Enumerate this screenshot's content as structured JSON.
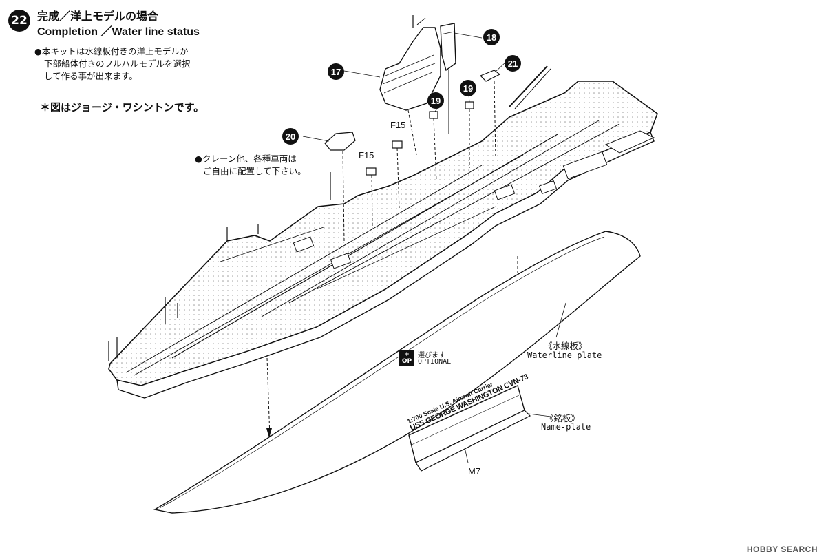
{
  "step": {
    "number": "22",
    "title_jp": "完成／洋上モデルの場合",
    "title_en": "Completion ／Water line status"
  },
  "notes": {
    "intro_line1": "●本キットは水線板付きの洋上モデルか",
    "intro_line2": "下部船体付きのフルハルモデルを選択",
    "intro_line3": "して作る事が出来ます。",
    "figure_note": "＊図はジョージ・ワシントンです。",
    "crane_line1": "●クレーン他、各種車両は",
    "crane_line2": "ご自由に配置して下さい。"
  },
  "callouts": {
    "c17": "17",
    "c18": "18",
    "c19a": "19",
    "c19b": "19",
    "c20": "20",
    "c21": "21"
  },
  "part_labels": {
    "f15_upper": "F15",
    "f15_lower": "F15",
    "m7": "M7"
  },
  "optional": {
    "badge_top": "+",
    "badge_bottom": "OP",
    "jp": "選びます",
    "en": "OPTIONAL"
  },
  "waterline": {
    "jp": "《水線板》",
    "en": "Waterline plate"
  },
  "nameplate": {
    "jp": "《銘板》",
    "en": "Name-plate",
    "line1": "1:700 Scale U.S. Aircraft Carrier",
    "line2": "USS GEORGE WASHINGTON CVN-73"
  },
  "watermark": "HOBBY SEARCH",
  "colors": {
    "ink": "#111111",
    "paper": "#ffffff",
    "deck_dots": "#9a9a9a"
  }
}
